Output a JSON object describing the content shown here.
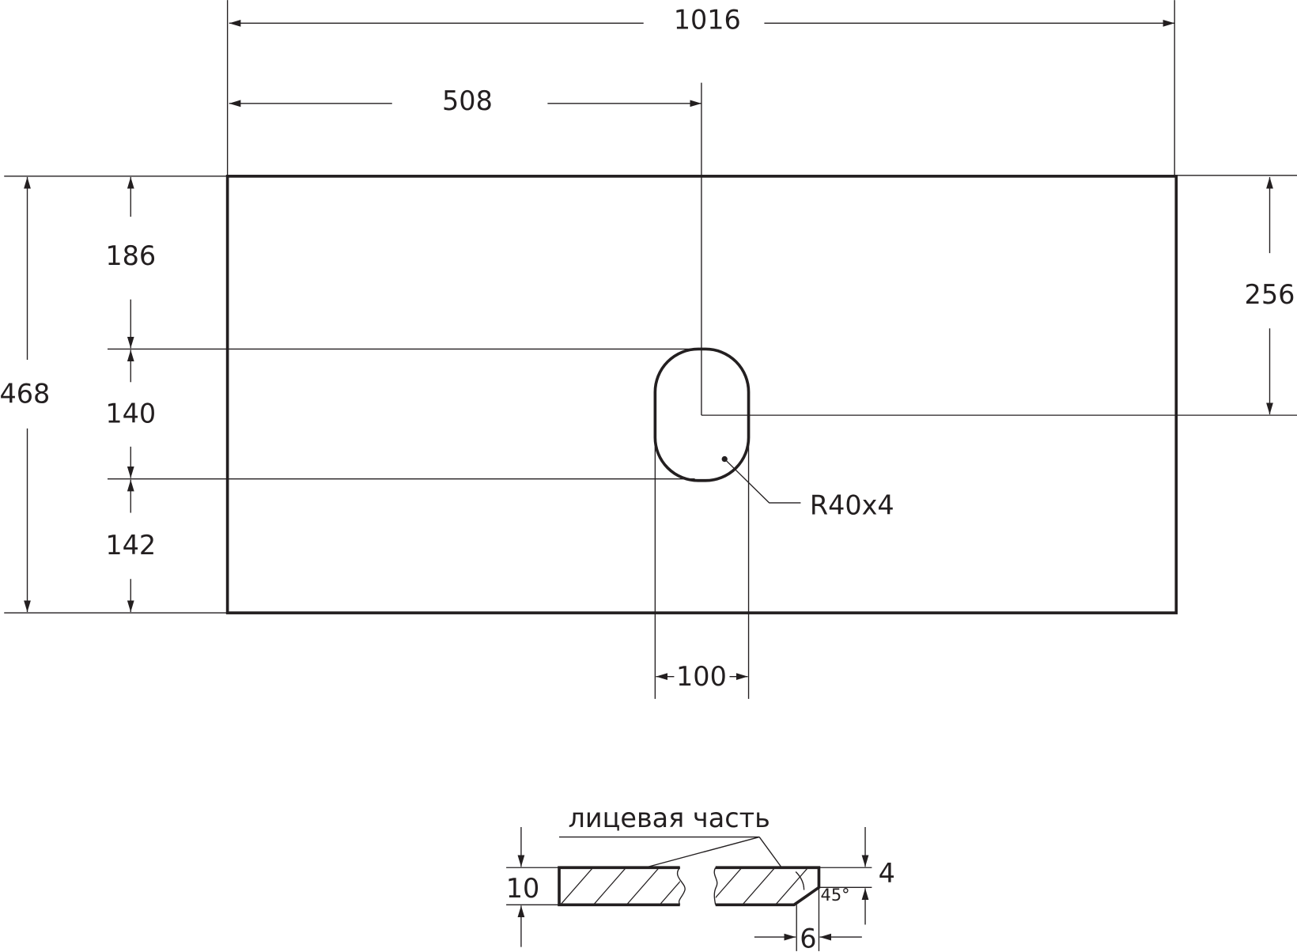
{
  "drawing": {
    "overall_width": "1016",
    "half_width": "508",
    "overall_depth": "468",
    "top_to_slot": "186",
    "slot_height": "140",
    "slot_to_bottom": "142",
    "right_offset": "256",
    "slot_width": "100",
    "slot_radius_note": "R40x4"
  },
  "section": {
    "face_label": "лицевая часть",
    "thickness": "10",
    "chamfer_height": "4",
    "chamfer_width": "6",
    "chamfer_angle": "45°"
  },
  "colors": {
    "line": "#231f20",
    "background": "#ffffff"
  }
}
